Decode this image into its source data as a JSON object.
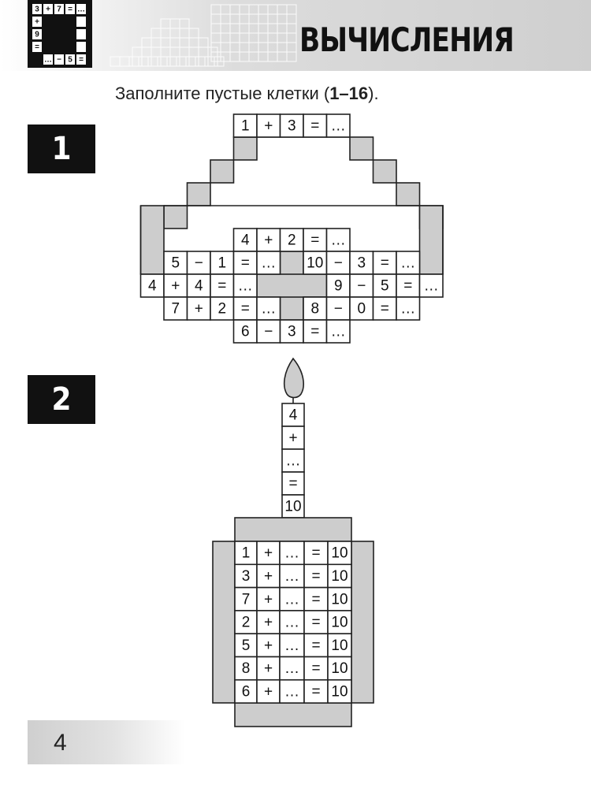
{
  "header": {
    "title": "ВЫЧИСЛЕНИЯ",
    "logo_cells": [
      "3",
      "+",
      "7",
      "=",
      "...",
      "+",
      "9",
      "=",
      "...",
      "−",
      "5",
      "="
    ]
  },
  "instruction": {
    "prefix": "Заполните пустые клетки (",
    "range": "1–16",
    "suffix": ")."
  },
  "puzzle1": {
    "number": "1",
    "rows": [
      [
        "1",
        "+",
        "3",
        "=",
        "..."
      ],
      [
        "4",
        "+",
        "2",
        "=",
        "..."
      ],
      [
        "5",
        "−",
        "1",
        "=",
        "..."
      ],
      [
        "10",
        "−",
        "3",
        "=",
        "..."
      ],
      [
        "4",
        "+",
        "4",
        "=",
        "..."
      ],
      [
        "9",
        "−",
        "5",
        "=",
        "..."
      ],
      [
        "7",
        "+",
        "2",
        "=",
        "..."
      ],
      [
        "8",
        "−",
        "0",
        "=",
        "..."
      ],
      [
        "6",
        "−",
        "3",
        "=",
        "..."
      ]
    ]
  },
  "puzzle2": {
    "number": "2",
    "candle": [
      "4",
      "+",
      "...",
      "=",
      "10"
    ],
    "rows": [
      [
        "1",
        "+",
        "...",
        "=",
        "10"
      ],
      [
        "3",
        "+",
        "...",
        "=",
        "10"
      ],
      [
        "7",
        "+",
        "...",
        "=",
        "10"
      ],
      [
        "2",
        "+",
        "...",
        "=",
        "10"
      ],
      [
        "5",
        "+",
        "...",
        "=",
        "10"
      ],
      [
        "8",
        "+",
        "...",
        "=",
        "10"
      ],
      [
        "6",
        "+",
        "...",
        "=",
        "10"
      ]
    ]
  },
  "footer": {
    "page_number": "4"
  }
}
